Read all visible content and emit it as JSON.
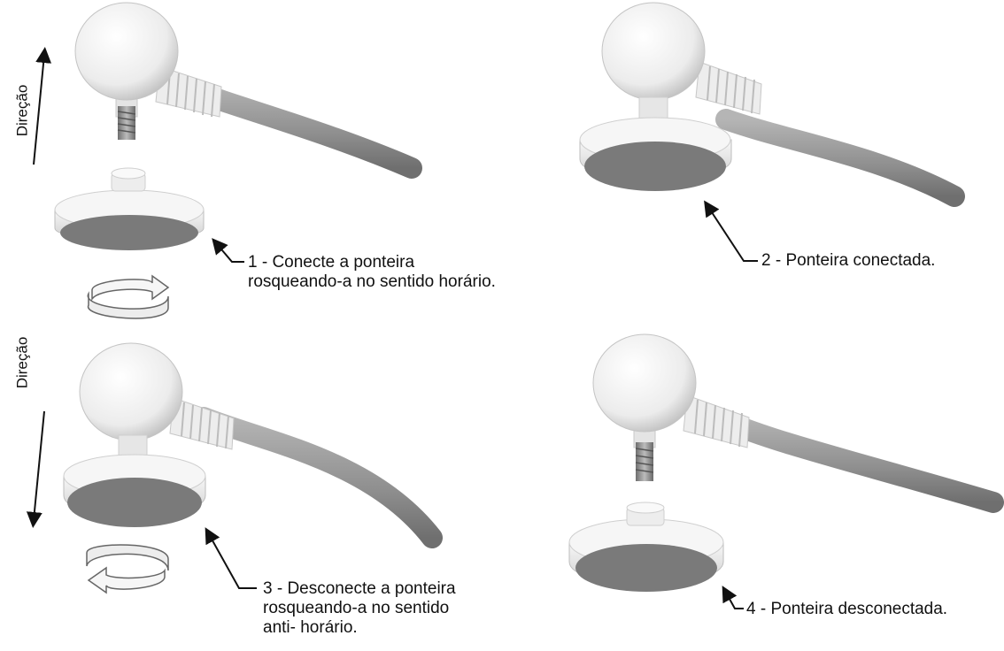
{
  "colors": {
    "device_body": "#f2f2f2",
    "device_shade": "#c9c9c9",
    "cable": "#9a9a9a",
    "pad_face": "#7a7a7a",
    "thread": "#8a8a8a",
    "text": "#111111"
  },
  "direction_label": "Direção",
  "steps": [
    {
      "lines": [
        "1 - Conecte a ponteira",
        "rosqueando-a no sentido horário."
      ]
    },
    {
      "lines": [
        "2 - Ponteira conectada."
      ]
    },
    {
      "lines": [
        "3 - Desconecte a ponteira",
        "rosqueando-a no sentido",
        "anti- horário."
      ]
    },
    {
      "lines": [
        "4 - Ponteira desconectada."
      ]
    }
  ]
}
